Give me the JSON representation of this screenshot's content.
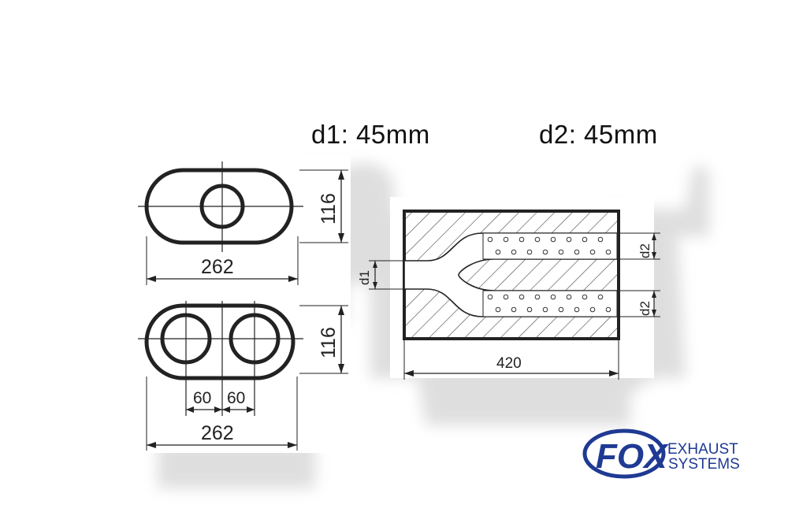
{
  "header": {
    "d1_label": "d1: 45mm",
    "d2_label": "d2: 45mm"
  },
  "single_view": {
    "width_label": "262",
    "height_label": "116"
  },
  "double_view": {
    "width_label": "262",
    "height_label": "116",
    "spacing_left_label": "60",
    "spacing_right_label": "60"
  },
  "side_view": {
    "length_label": "420",
    "inlet_label": "d1",
    "outlet_top_label": "d2",
    "outlet_bottom_label": "d2"
  },
  "logo": {
    "brand": "FOX",
    "line1": "EXHAUST",
    "line2": "SYSTEMS",
    "color": "#1f3a93"
  }
}
